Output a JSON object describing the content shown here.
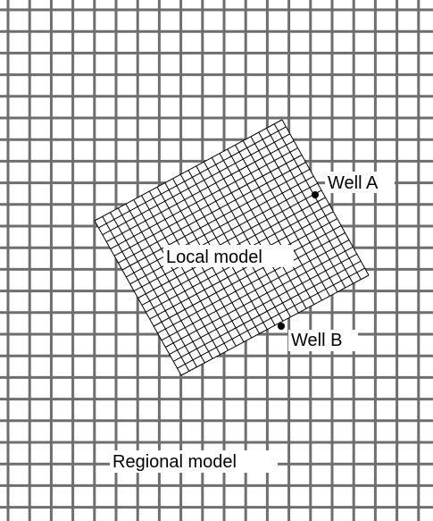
{
  "labels": {
    "well_a": "Well A",
    "well_b": "Well B",
    "local_model": "Local model",
    "regional_model": "Regional model"
  },
  "colors": {
    "regional_grid": "#6e6e6e",
    "local_grid": "#000000",
    "well_marker": "#000000",
    "background": "#ffffff"
  }
}
